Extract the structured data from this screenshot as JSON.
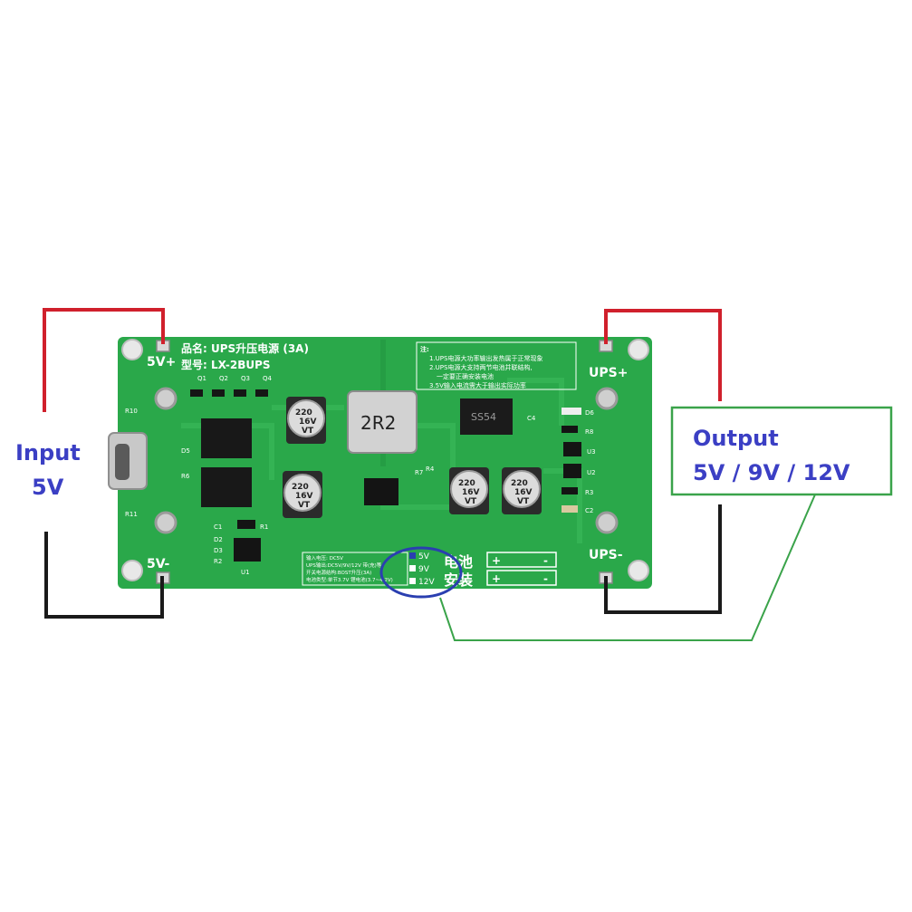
{
  "colors": {
    "board": "#2aa84a",
    "board_dark": "#1f8c3b",
    "positive_wire": "#d0202c",
    "negative_wire": "#1a1a1a",
    "output_box": "#3aa34a",
    "highlight_ring": "#2a3fb0",
    "label_blue": "#3b3fc4"
  },
  "input": {
    "line1": "Input",
    "line2": "5V"
  },
  "output": {
    "line1": "Output",
    "line2": "5V / 9V / 12V"
  },
  "board": {
    "product_name": "品名: UPS升压电源 (3A)",
    "model": "型号: LX-2BUPS",
    "terminal_in_pos": "5V+",
    "terminal_in_neg": "5V-",
    "terminal_out_pos": "UPS+",
    "terminal_out_neg": "UPS-",
    "inductor": "2R2",
    "diode": "SS54",
    "capacitor": [
      "220",
      "16V",
      "VT"
    ],
    "notes": [
      "注:",
      "1.UPS电源大功率输出发热属于正常现象",
      "2.UPS电源大支持两节电池并联结构,",
      "一定要正确安装电池",
      "3.5V输入电流需大于输出实际功率"
    ],
    "spec_lines": [
      "输入电压: DC5V",
      "UPS输出:DC5V/9V/12V 带(充)等",
      "开关电源结构:BOST升压(3A)",
      "电池类型:单节3.7V 锂电池(3.7~4.2V)"
    ],
    "voltage_select": [
      "5V",
      "9V",
      "12V"
    ],
    "battery_label": [
      "电池",
      "安装"
    ],
    "transistor_labels": [
      "Q1",
      "Q2",
      "Q3",
      "Q4"
    ],
    "component_labels": {
      "r10": "R10",
      "r11": "R11",
      "r6": "R6",
      "d5": "D5",
      "c1": "C1",
      "d2": "D2",
      "d3": "D3",
      "r2": "R2",
      "r1": "R1",
      "u1": "U1",
      "d6": "D6",
      "r8": "R8",
      "u3": "U3",
      "u2": "U2",
      "r3": "R3",
      "c2": "C2",
      "c4": "C4",
      "r7": "R7",
      "r4": "R4"
    }
  }
}
